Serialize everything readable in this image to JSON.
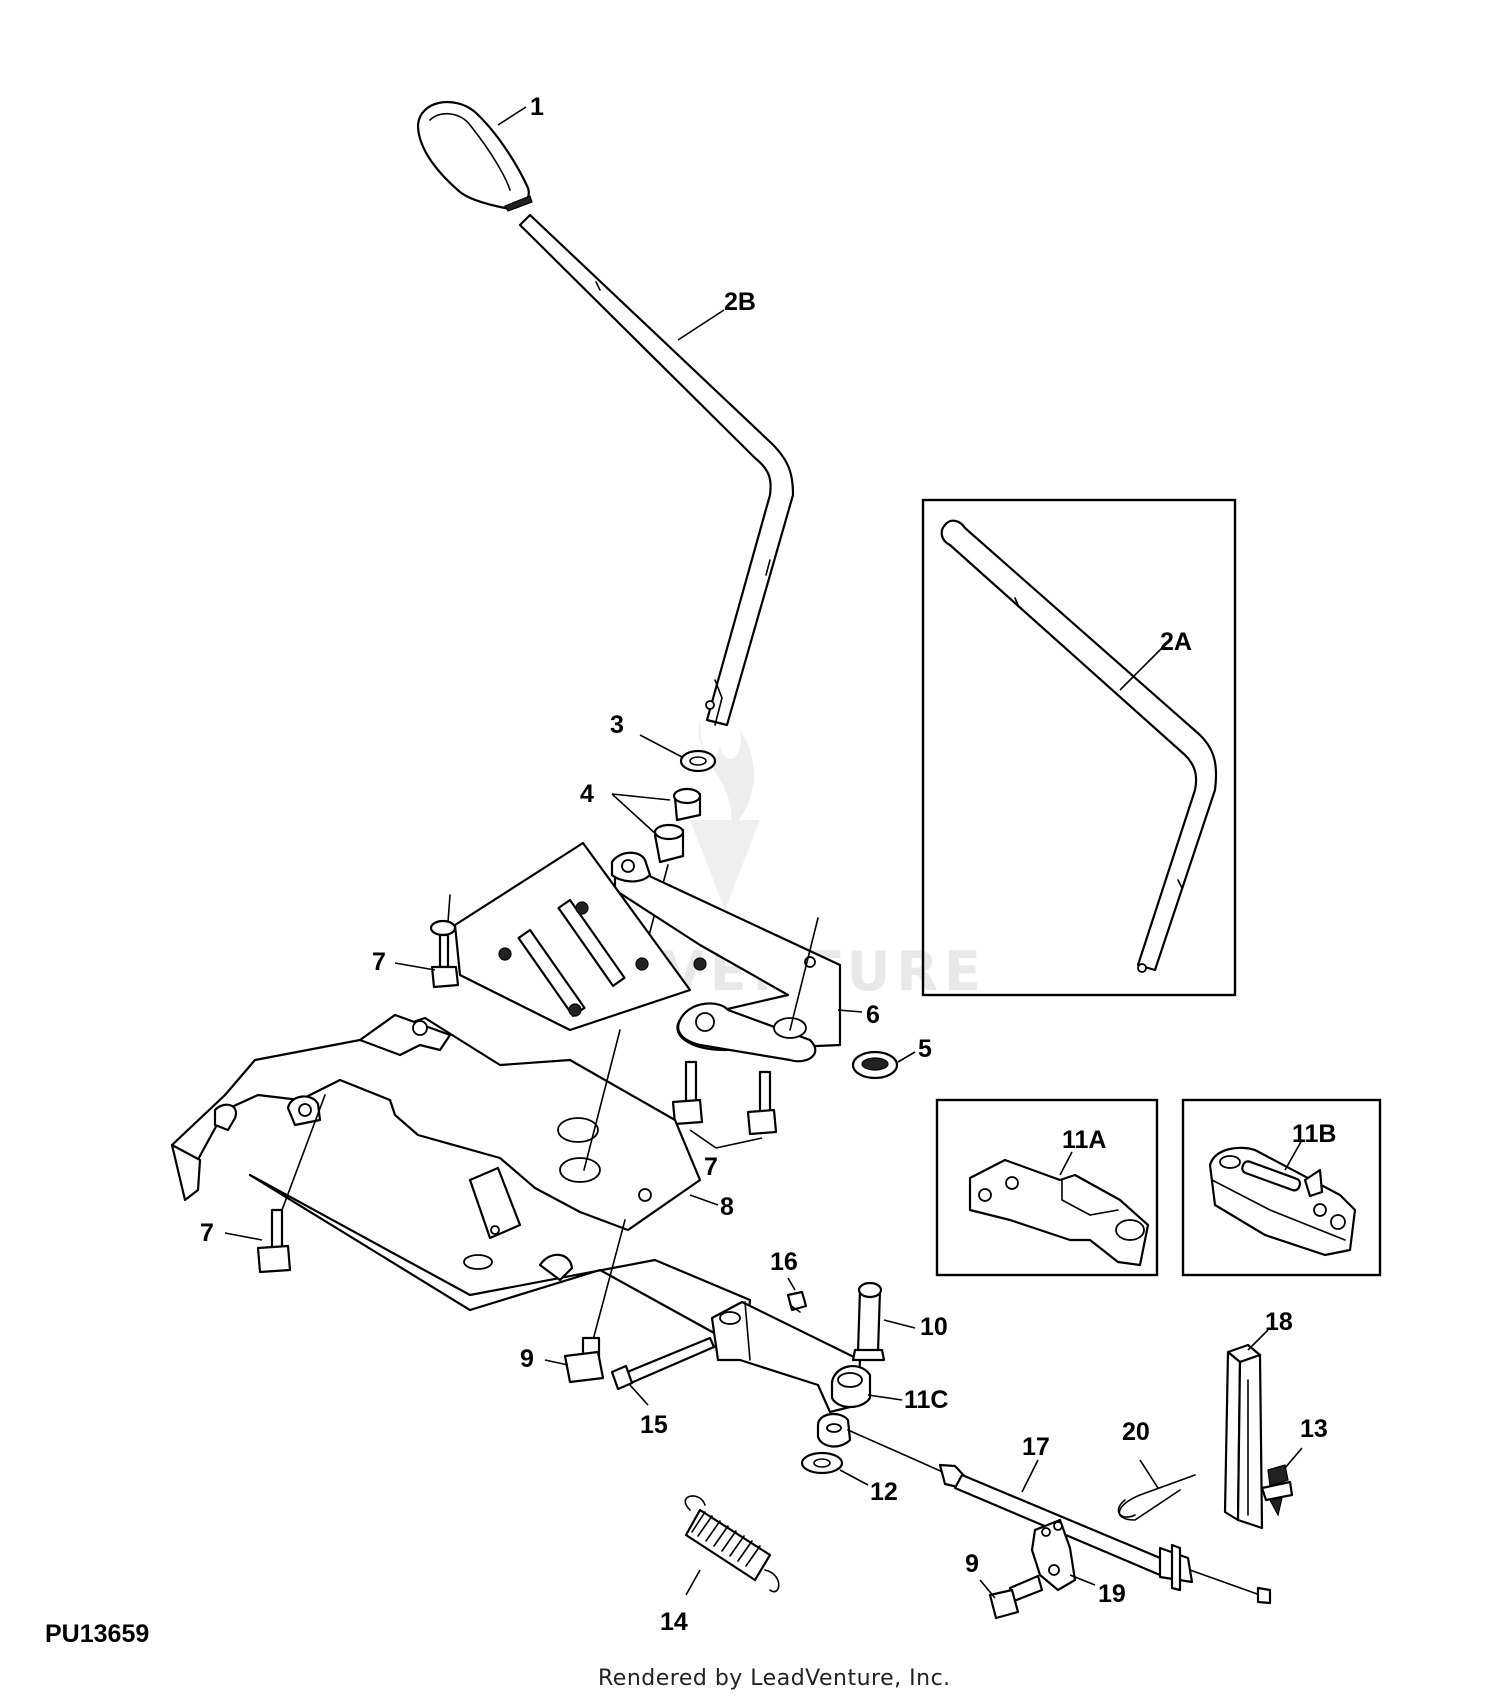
{
  "diagram": {
    "figure_id": "PU13659",
    "credit": "Rendered by LeadVenture, Inc.",
    "watermark": "LEADVENTURE",
    "callouts": {
      "c1": "1",
      "c2b": "2B",
      "c2a": "2A",
      "c3": "3",
      "c4": "4",
      "c5": "5",
      "c6": "6",
      "c7a": "7",
      "c7b": "7",
      "c7c": "7",
      "c8": "8",
      "c9a": "9",
      "c9b": "9",
      "c10": "10",
      "c11a": "11A",
      "c11b": "11B",
      "c11c": "11C",
      "c12": "12",
      "c13": "13",
      "c14": "14",
      "c15": "15",
      "c16": "16",
      "c17": "17",
      "c18": "18",
      "c19": "19",
      "c20": "20"
    }
  }
}
